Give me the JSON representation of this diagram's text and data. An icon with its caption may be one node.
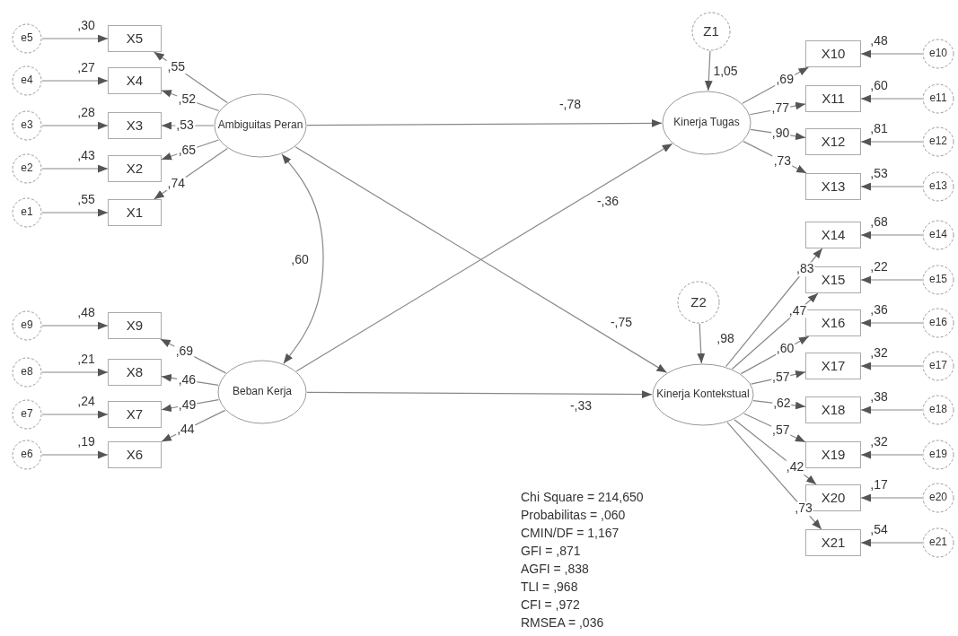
{
  "diagram": {
    "nodes": [
      {
        "text": [
          "Ambiguitas Peran"
        ]
      },
      {
        "text": [
          "Beban Kerja"
        ]
      },
      {
        "text": [
          "Z1"
        ]
      },
      {
        "text": [
          "Kinerja Tugas"
        ]
      },
      {
        "text": [
          "Z2"
        ]
      },
      {
        "text": [
          "Kinerja Kontekstual"
        ]
      },
      {
        "text": [
          "X5"
        ],
        "beside": [
          ",30"
        ]
      },
      {
        "text": [
          "X4"
        ],
        "beside": [
          ",27"
        ]
      },
      {
        "text": [
          "X3"
        ],
        "beside": [
          ",28"
        ]
      },
      {
        "text": [
          "X2"
        ],
        "beside": [
          ",43"
        ]
      },
      {
        "text": [
          "X1"
        ],
        "beside": [
          ",55"
        ]
      },
      {
        "text": [
          "e5"
        ]
      },
      {
        "text": [
          "e4"
        ]
      },
      {
        "text": [
          "e3"
        ]
      },
      {
        "text": [
          "e2"
        ]
      },
      {
        "text": [
          "e1"
        ]
      },
      {
        "text": [
          "X9"
        ],
        "beside": [
          ",48"
        ]
      },
      {
        "text": [
          "X8"
        ],
        "beside": [
          ",21"
        ]
      },
      {
        "text": [
          "X7"
        ],
        "beside": [
          ",24"
        ]
      },
      {
        "text": [
          "X6"
        ],
        "beside": [
          ",19"
        ]
      },
      {
        "text": [
          "e9"
        ]
      },
      {
        "text": [
          "e8"
        ]
      },
      {
        "text": [
          "e7"
        ]
      },
      {
        "text": [
          "e6"
        ]
      },
      {
        "text": [
          "X10"
        ],
        "beside": [
          ",48"
        ]
      },
      {
        "text": [
          "X11"
        ],
        "beside": [
          ",60"
        ]
      },
      {
        "text": [
          "X12"
        ],
        "beside": [
          ",81"
        ]
      },
      {
        "text": [
          "X13"
        ],
        "beside": [
          ",53"
        ]
      },
      {
        "text": [
          "e10"
        ]
      },
      {
        "text": [
          "e11"
        ]
      },
      {
        "text": [
          "e12"
        ]
      },
      {
        "text": [
          "e13"
        ]
      },
      {
        "text": [
          "X14"
        ],
        "beside": [
          ",68"
        ]
      },
      {
        "text": [
          "X15"
        ],
        "beside": [
          ",22"
        ]
      },
      {
        "text": [
          "X16"
        ],
        "beside": [
          ",36"
        ]
      },
      {
        "text": [
          "X17"
        ],
        "beside": [
          ",32"
        ]
      },
      {
        "text": [
          "X18"
        ],
        "beside": [
          ",38"
        ]
      },
      {
        "text": [
          "X19"
        ],
        "beside": [
          ",32"
        ]
      },
      {
        "text": [
          "X20"
        ],
        "beside": [
          ",17"
        ]
      },
      {
        "text": [
          "X21"
        ],
        "beside": [
          ",54"
        ]
      },
      {
        "text": [
          "e14"
        ]
      },
      {
        "text": [
          "e15"
        ]
      },
      {
        "text": [
          "e16"
        ]
      },
      {
        "text": [
          "e17"
        ]
      },
      {
        "text": [
          "e18"
        ]
      },
      {
        "text": [
          "e19"
        ]
      },
      {
        "text": [
          "e20"
        ]
      },
      {
        "text": [
          "e21"
        ]
      }
    ],
    "edges": [
      {
        "from": 0,
        "to": 6,
        "arrow": "to",
        "label": ",55"
      },
      {
        "from": 0,
        "to": 7,
        "arrow": "to",
        "label": ",52"
      },
      {
        "from": 0,
        "to": 8,
        "arrow": "to",
        "label": ",53"
      },
      {
        "from": 0,
        "to": 9,
        "arrow": "to",
        "label": ",65"
      },
      {
        "from": 0,
        "to": 10,
        "arrow": "to",
        "label": ",74"
      },
      {
        "from": 1,
        "to": 16,
        "arrow": "to",
        "label": ",69"
      },
      {
        "from": 1,
        "to": 17,
        "arrow": "to",
        "label": ",46"
      },
      {
        "from": 1,
        "to": 18,
        "arrow": "to",
        "label": ",49"
      },
      {
        "from": 1,
        "to": 19,
        "arrow": "to",
        "label": ",44"
      },
      {
        "from": 3,
        "to": 24,
        "arrow": "to",
        "label": ",69"
      },
      {
        "from": 3,
        "to": 25,
        "arrow": "to",
        "label": ",77"
      },
      {
        "from": 3,
        "to": 26,
        "arrow": "to",
        "label": ",90"
      },
      {
        "from": 3,
        "to": 27,
        "arrow": "to",
        "label": ",73"
      },
      {
        "from": 5,
        "to": 32,
        "arrow": "to",
        "label": ",83"
      },
      {
        "from": 5,
        "to": 33,
        "arrow": "to",
        "label": ",47"
      },
      {
        "from": 5,
        "to": 34,
        "arrow": "to",
        "label": ",60"
      },
      {
        "from": 5,
        "to": 35,
        "arrow": "to",
        "label": ",57"
      },
      {
        "from": 5,
        "to": 36,
        "arrow": "to",
        "label": ",62"
      },
      {
        "from": 5,
        "to": 37,
        "arrow": "to",
        "label": ",57"
      },
      {
        "from": 5,
        "to": 38,
        "arrow": "to",
        "label": ",42"
      },
      {
        "from": 5,
        "to": 39,
        "arrow": "to",
        "label": ",73"
      },
      {
        "from": 11,
        "to": 6,
        "arrow": "to"
      },
      {
        "from": 12,
        "to": 7,
        "arrow": "to"
      },
      {
        "from": 13,
        "to": 8,
        "arrow": "to"
      },
      {
        "from": 14,
        "to": 9,
        "arrow": "to"
      },
      {
        "from": 15,
        "to": 10,
        "arrow": "to"
      },
      {
        "from": 20,
        "to": 16,
        "arrow": "to"
      },
      {
        "from": 21,
        "to": 17,
        "arrow": "to"
      },
      {
        "from": 22,
        "to": 18,
        "arrow": "to"
      },
      {
        "from": 23,
        "to": 19,
        "arrow": "to"
      },
      {
        "from": 28,
        "to": 24,
        "arrow": "to"
      },
      {
        "from": 29,
        "to": 25,
        "arrow": "to"
      },
      {
        "from": 30,
        "to": 26,
        "arrow": "to"
      },
      {
        "from": 31,
        "to": 27,
        "arrow": "to"
      },
      {
        "from": 40,
        "to": 32,
        "arrow": "to"
      },
      {
        "from": 41,
        "to": 33,
        "arrow": "to"
      },
      {
        "from": 42,
        "to": 34,
        "arrow": "to"
      },
      {
        "from": 43,
        "to": 35,
        "arrow": "to"
      },
      {
        "from": 44,
        "to": 36,
        "arrow": "to"
      },
      {
        "from": 45,
        "to": 37,
        "arrow": "to"
      },
      {
        "from": 46,
        "to": 38,
        "arrow": "to"
      },
      {
        "from": 47,
        "to": 39,
        "arrow": "to"
      },
      {
        "from": 0,
        "to": 3,
        "arrow": "to",
        "label": "-,78"
      },
      {
        "from": 1,
        "to": 3,
        "arrow": "to",
        "label": "-,36"
      },
      {
        "from": 0,
        "to": 5,
        "arrow": "to",
        "label": "-,75"
      },
      {
        "from": 1,
        "to": 5,
        "arrow": "to",
        "label": "-,33"
      },
      {
        "from": 2,
        "to": 3,
        "arrow": "to",
        "label": "1,05"
      },
      {
        "from": 4,
        "to": 5,
        "arrow": "to",
        "label": ",98"
      },
      {
        "from": 0,
        "to": 1,
        "arrow": "both",
        "label": ",60"
      }
    ],
    "labels": [
      "Chi Square = 214,650",
      "Probabilitas = ,060",
      "CMIN/DF = 1,167",
      "GFI = ,871",
      "AGFI = ,838",
      "TLI = ,968",
      "CFI = ,972",
      "RMSEA = ,036"
    ]
  }
}
